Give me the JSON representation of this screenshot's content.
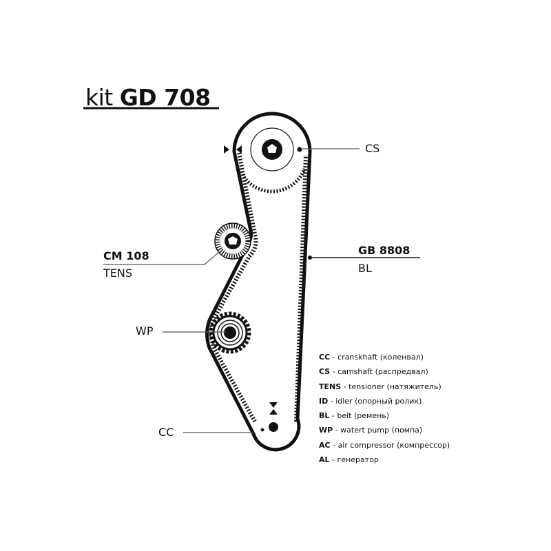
{
  "title": {
    "prefix": "kit",
    "code": "GD 708"
  },
  "labels": {
    "cs": "CS",
    "belt_code": "GB 8808",
    "belt": "BL",
    "tensioner_code": "CM 108",
    "tensioner": "TENS",
    "wp": "WP",
    "cc": "CC"
  },
  "legend": [
    {
      "abbr": "CC",
      "desc": "cranskhaft (коленвал)"
    },
    {
      "abbr": "CS",
      "desc": "camshaft (распредвал)"
    },
    {
      "abbr": "TENS",
      "desc": "tensioner (натяжитель)"
    },
    {
      "abbr": "ID",
      "desc": "idler (опорный ролик)"
    },
    {
      "abbr": "BL",
      "desc": "belt (ремень)"
    },
    {
      "abbr": "WP",
      "desc": "watert pump (помпа)"
    },
    {
      "abbr": "AC",
      "desc": "air compressor (компрессор)"
    },
    {
      "abbr": "AL",
      "desc": "генератор"
    }
  ],
  "colors": {
    "ink": "#111111",
    "line": "#555555"
  }
}
